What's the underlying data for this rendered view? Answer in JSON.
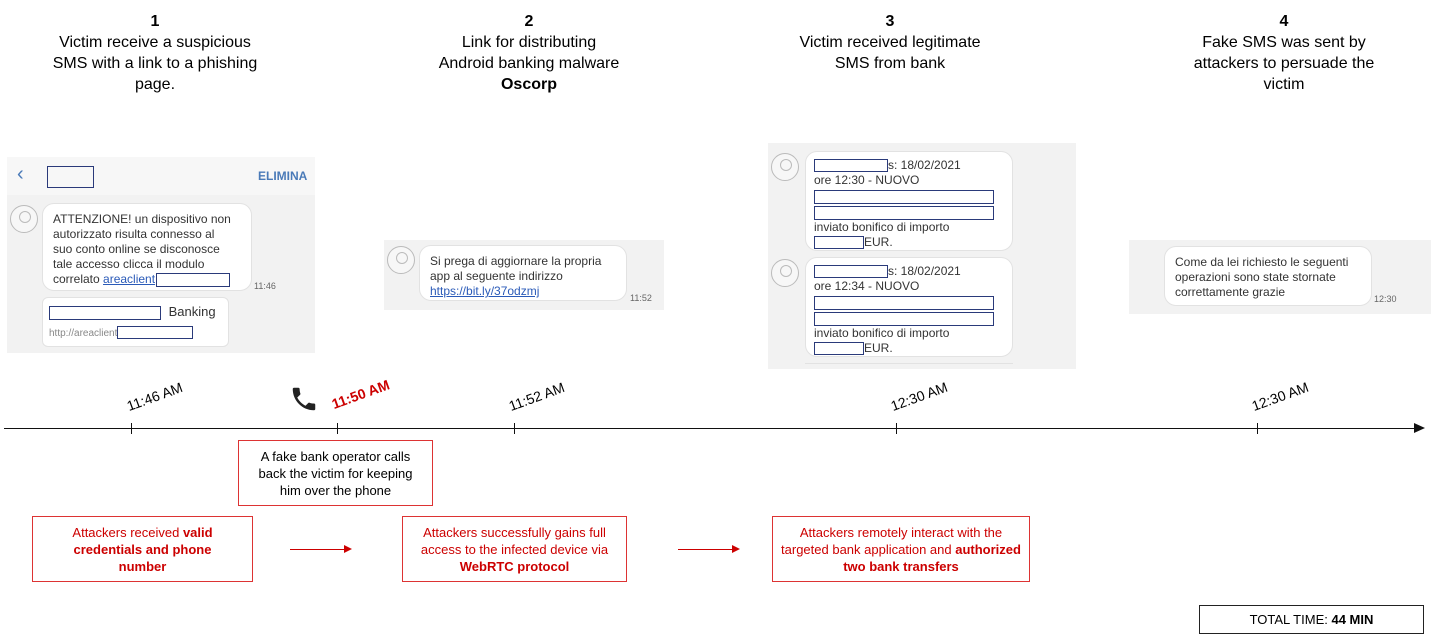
{
  "steps": [
    {
      "num": "1",
      "lines": [
        "Victim receive a suspicious",
        "SMS with a link to a phishing",
        "page."
      ]
    },
    {
      "num": "2",
      "lines": [
        "Link for distributing",
        "Android banking malware"
      ],
      "bold": "Oscorp"
    },
    {
      "num": "3",
      "lines": [
        "Victim received legitimate",
        "SMS from bank"
      ]
    },
    {
      "num": "4",
      "lines": [
        "Fake SMS was sent by",
        "attackers to persuade the",
        "victim"
      ]
    }
  ],
  "sms1": {
    "header_action": "ELIMINA",
    "message": [
      "ATTENZIONE! un dispositivo non",
      "autorizzato risulta connesso al",
      "suo conto online se disconosce",
      "tale accesso clicca il modulo"
    ],
    "last_line_prefix": "correlato ",
    "link": "areaclient",
    "time": "11:46",
    "card_title": "Banking",
    "card_url": "http://areaclient"
  },
  "sms2": {
    "message": [
      "Si prega di aggiornare la propria",
      "app al seguente indirizzo"
    ],
    "link": "https://bit.ly/37odzmj",
    "time": "11:52"
  },
  "sms3": [
    {
      "date": "s: 18/02/2021",
      "line2": "ore 12:30 - NUOVO",
      "line3": "inviato bonifico di importo",
      "amount": "EUR."
    },
    {
      "date": "s: 18/02/2021",
      "line2": "ore 12:34 - NUOVO",
      "line3": "inviato bonifico di importo",
      "amount": "EUR."
    }
  ],
  "sms4": {
    "message": [
      "Come da lei richiesto le seguenti",
      "operazioni sono state stornate",
      "correttamente grazie"
    ],
    "time": "12:30"
  },
  "timeline": {
    "ticks": [
      "11:46 AM",
      "11:50 AM",
      "11:52 AM",
      "12:30 AM",
      "12:30 AM"
    ],
    "phone_icon": "phone-icon",
    "highlight_color": "#cc0000"
  },
  "call_box": [
    "A fake bank operator calls",
    "back the victim for keeping",
    "him over the phone"
  ],
  "action_boxes": [
    {
      "plain": "Attackers received ",
      "bold": "valid credentials and phone number"
    },
    {
      "plain": "Attackers successfully gains full access to the infected device via ",
      "bold": "WebRTC protocol"
    },
    {
      "plain": "Attackers remotely interact with the targeted bank application and ",
      "bold": "authorized two bank transfers"
    }
  ],
  "total": {
    "label": "TOTAL TIME: ",
    "value": "44 MIN"
  }
}
